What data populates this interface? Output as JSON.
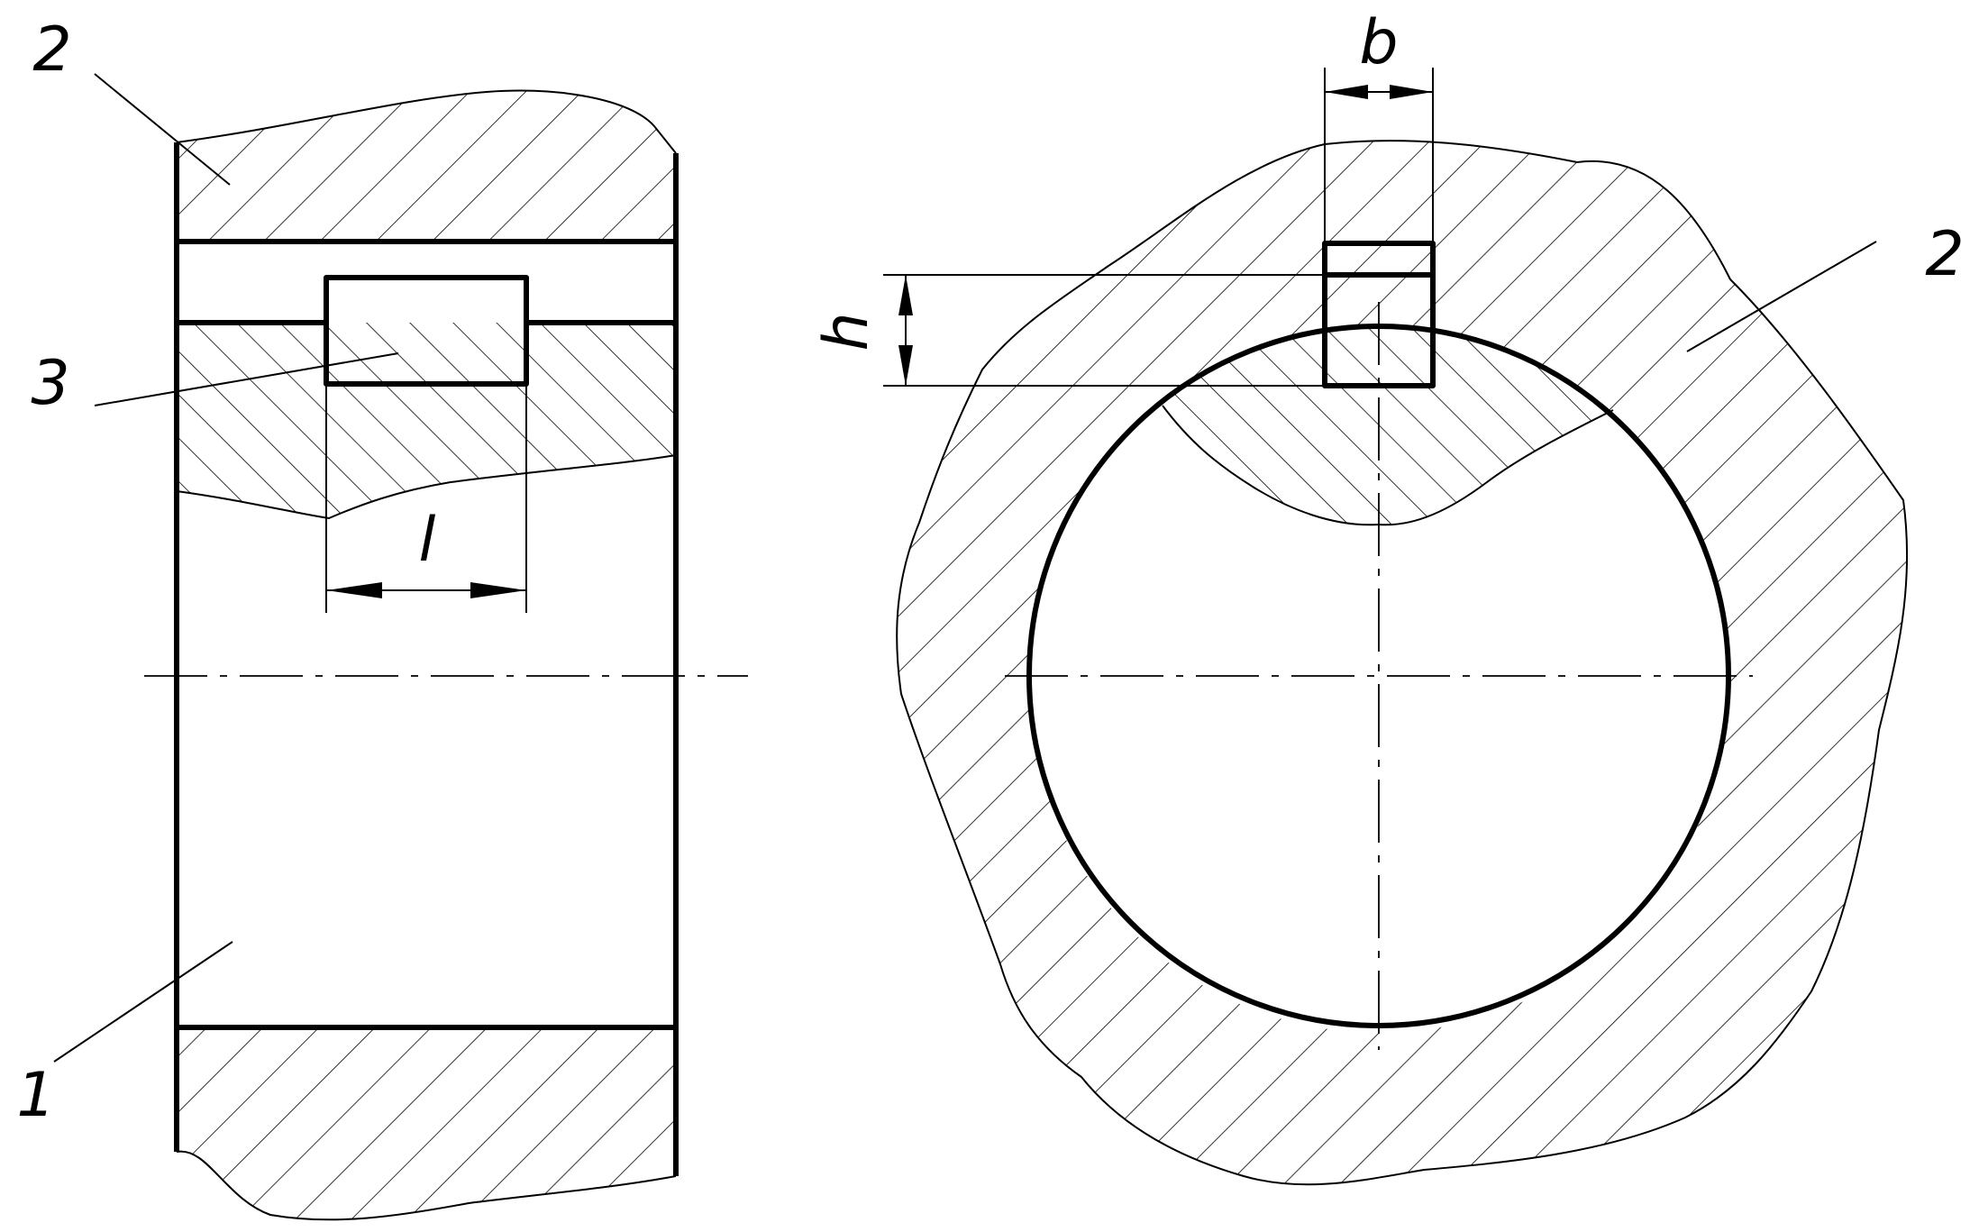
{
  "labels": {
    "hub_left": "2",
    "key_left": "3",
    "shaft_left": "1",
    "hub_right": "2",
    "dim_length": "l",
    "dim_width": "b",
    "dim_height": "h"
  },
  "colors": {
    "ink": "#000000",
    "paper": "#ffffff"
  }
}
